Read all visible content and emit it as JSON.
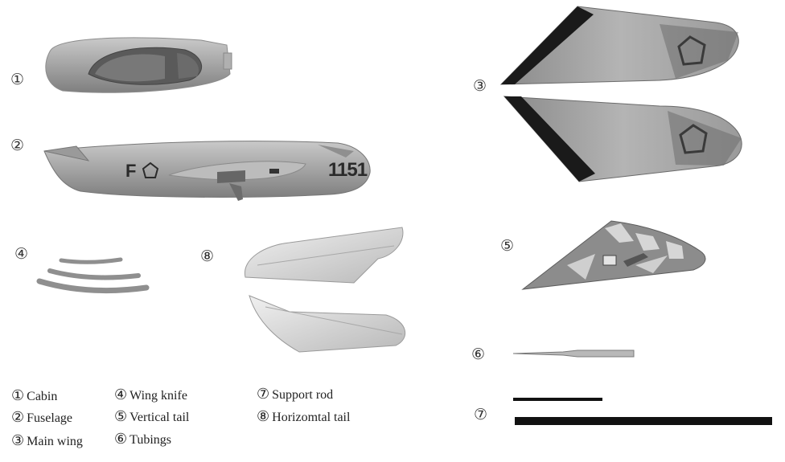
{
  "parts": [
    {
      "marker": "①",
      "name": "Cabin"
    },
    {
      "marker": "②",
      "name": "Fuselage"
    },
    {
      "marker": "③",
      "name": "Main wing"
    },
    {
      "marker": "④",
      "name": "Wing knife"
    },
    {
      "marker": "⑤",
      "name": "Vertical tail"
    },
    {
      "marker": "⑥",
      "name": "Tubings"
    },
    {
      "marker": "⑦",
      "name": "Support rod"
    },
    {
      "marker": "⑧",
      "name": "Horizomtal tail"
    }
  ],
  "fuselage_markings": {
    "letter": "F",
    "number": "1151"
  },
  "colors": {
    "body": "#a9a9a9",
    "body_dark": "#7d7d7d",
    "leading_edge": "#1a1a1a",
    "rod": "#111111"
  }
}
